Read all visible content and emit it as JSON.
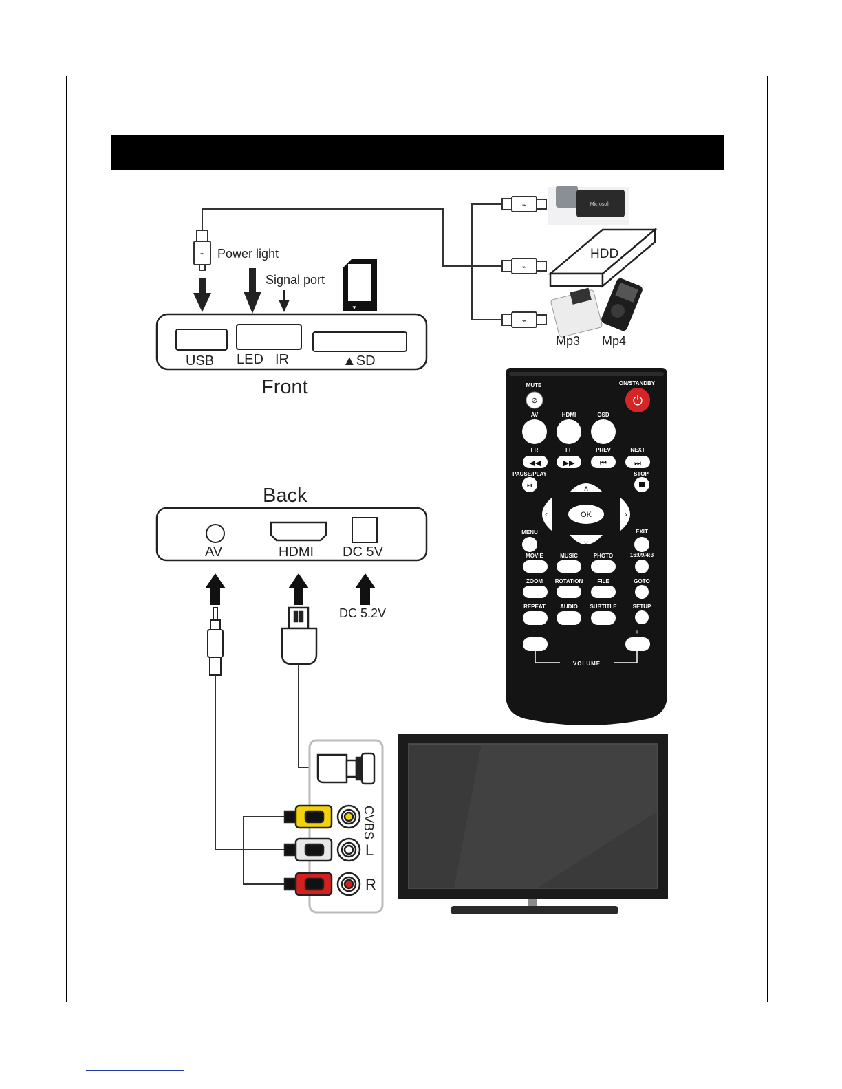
{
  "front": {
    "caption": "Front",
    "ports": {
      "usb": "USB",
      "led": "LED",
      "ir": "IR",
      "sd": "▲SD"
    },
    "callouts": {
      "power_light": "Power light",
      "signal_port": "Signal port"
    }
  },
  "back": {
    "caption": "Back",
    "ports": {
      "av": "AV",
      "hdmi": "HDMI",
      "dc": "DC 5V"
    },
    "dc_input": "DC 5.2V"
  },
  "usb_devices": {
    "hdd": "HDD",
    "mp3": "Mp3",
    "mp4": "Mp4",
    "card_reader_brand": "Microsoft"
  },
  "tv_inputs": {
    "cvbs": "CVBS",
    "left": "L",
    "right": "R"
  },
  "remote": {
    "mute": "MUTE",
    "standby": "ON/STANDBY",
    "av": "AV",
    "hdmi": "HDMI",
    "osd": "OSD",
    "fr": "FR",
    "ff": "FF",
    "prev": "PREV",
    "next": "NEXT",
    "pause_play": "PAUSE/PLAY",
    "stop": "STOP",
    "ok": "OK",
    "menu": "MENU",
    "exit": "EXIT",
    "movie": "MOVIE",
    "music": "MUSIC",
    "photo": "PHOTO",
    "aspect": "16:09/4:3",
    "zoom": "ZOOM",
    "rotation": "ROTATION",
    "file": "FILE",
    "goto": "GOTO",
    "repeat": "REPEAT",
    "audio": "AUDIO",
    "subtitle": "SUBTITLE",
    "setup": "SETUP",
    "minus": "−",
    "plus": "+",
    "volume": "VOLUME"
  },
  "colors": {
    "cvbs_plug": "#f2d20a",
    "left_plug": "#e8e8e8",
    "right_plug": "#d42020",
    "standby": "#d42626",
    "remote_body": "#141414"
  }
}
